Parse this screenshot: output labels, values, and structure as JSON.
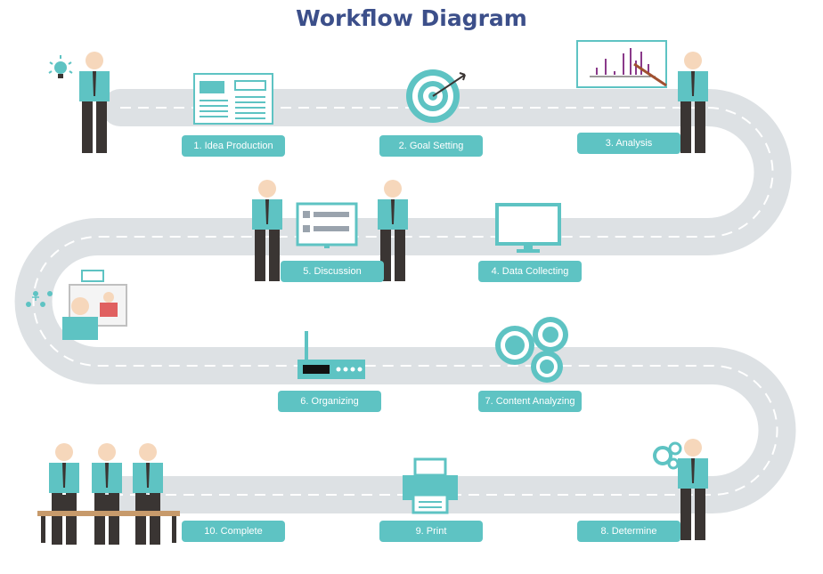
{
  "title": "Workflow Diagram",
  "colors": {
    "title": "#3c4f8a",
    "accent": "#5ec3c3",
    "road": "#dde1e4",
    "dash": "#ffffff",
    "figure": "#3a3533",
    "skin": "#f6d7bb"
  },
  "steps": [
    {
      "label": "1. Idea Production",
      "icon": "newspaper-icon"
    },
    {
      "label": "2. Goal Setting",
      "icon": "target-icon"
    },
    {
      "label": "3. Analysis",
      "icon": "chart-board-icon"
    },
    {
      "label": "4. Data Collecting",
      "icon": "monitor-icon"
    },
    {
      "label": "5. Discussion",
      "icon": "presentation-screen-icon"
    },
    {
      "label": "6. Organizing",
      "icon": "router-icon"
    },
    {
      "label": "7. Content Analyzing",
      "icon": "gears-people-icon"
    },
    {
      "label": "8. Determine",
      "icon": "gears-icon"
    },
    {
      "label": "9. Print",
      "icon": "printer-icon"
    },
    {
      "label": "10. Complete",
      "icon": "team-desk-icon"
    }
  ]
}
